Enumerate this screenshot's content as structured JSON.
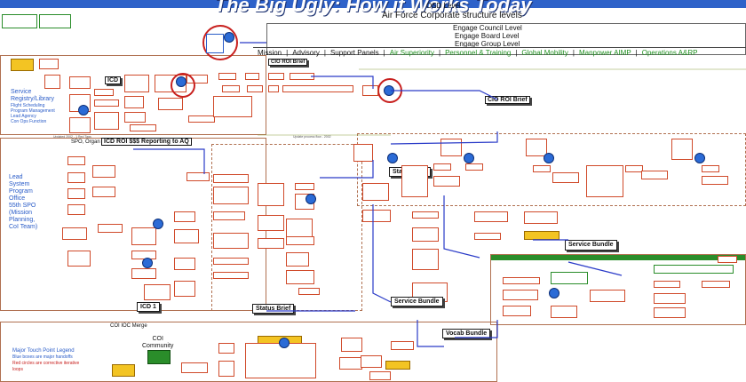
{
  "title": "The Big Ugly: How it Works Today",
  "osd_level": "OSD Level",
  "corporate_levels": "Air Force Corporate structure levels",
  "group_levels": [
    "Engage Council Level",
    "Engage Board Level",
    "Engage Group Level"
  ],
  "tabs": [
    "Mission",
    "Advisory",
    "Support Panels",
    "Air Superiority",
    "Personnel & Training",
    "Global Mobility",
    "Manpower AIMP",
    "Operations A&RP"
  ],
  "tab_colors": {
    "dark": "#111111",
    "green": "#1e8f1e"
  },
  "left_panel": {
    "service_text": [
      "Service",
      "Registry/Library",
      "Flight Scheduling",
      "Program Management",
      "Lead Agency",
      "Con Ops Function"
    ],
    "lead_system_text": [
      "Lead",
      "System",
      "Program",
      "Office",
      "55th SPO",
      "(Mission",
      "Planning,",
      "CoI Team)"
    ],
    "coi_text": [
      "COI",
      "Community"
    ]
  },
  "callouts": {
    "cio_roi_brief": "CIO ROI Brief",
    "icd": "ICD",
    "icd_1": "ICD 1",
    "cio_roi_brief_2": "CIO ROI Brief",
    "status_brief_1": "Status Brief",
    "status_brief_2": "Status Brief",
    "service_bundle_1": "Service Bundle",
    "service_bundle_2": "Service Bundle",
    "vocab_bundle": "Vocab Bundle"
  },
  "spo_header": "SPO, Organ",
  "spo_reporting": "ICD ROI $$$ Reporting to AQ",
  "coi_header": "COI IOC Merge",
  "legend": {
    "title": "Major Touch Point Legend",
    "line1": "Blue boxes are major handoffs",
    "line2": "Red circles are corrective iterative",
    "line3": "loops"
  },
  "colors": {
    "title_bg": "#2e62c9",
    "title_text": "#ffffff",
    "region_border": "#b07050",
    "box_border": "#d04a2a",
    "green_bar": "#2a8d2a",
    "yellow_box": "#f3c423",
    "blue_line": "#2a3bc8",
    "red_circle": "#c8201e",
    "legend_blue": "#2a5cc8"
  },
  "icons": [
    "process-box",
    "decision-circle",
    "handoff-arrow",
    "document-icon"
  ]
}
